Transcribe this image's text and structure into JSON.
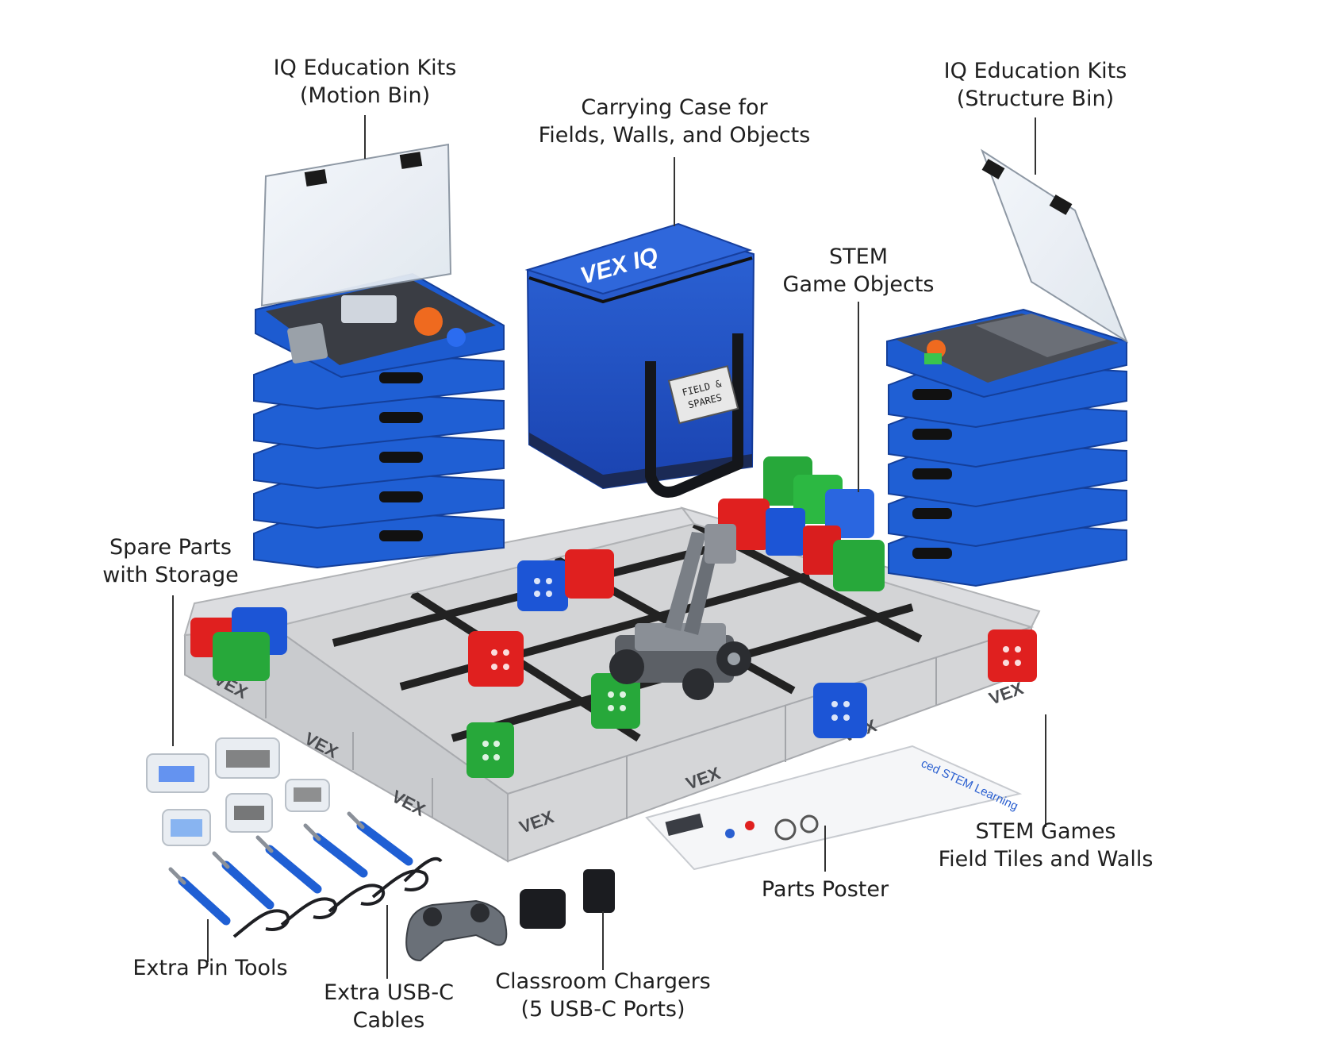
{
  "labels": {
    "motion_bin": {
      "line1": "IQ Education Kits",
      "line2": "(Motion Bin)"
    },
    "carrying_case": {
      "line1": "Carrying Case for",
      "line2": "Fields, Walls, and Objects"
    },
    "structure_bin": {
      "line1": "IQ Education Kits",
      "line2": "(Structure Bin)"
    },
    "game_objects": {
      "line1": "STEM",
      "line2": "Game Objects"
    },
    "spare_parts": {
      "line1": "Spare Parts",
      "line2": "with Storage"
    },
    "field_tiles": {
      "line1": "STEM Games",
      "line2": "Field Tiles and Walls"
    },
    "parts_poster": {
      "line1": "Parts Poster"
    },
    "pin_tools": {
      "line1": "Extra Pin Tools"
    },
    "usb_cables": {
      "line1": "Extra USB-C",
      "line2": "Cables"
    },
    "chargers": {
      "line1": "Classroom Chargers",
      "line2": "(5 USB-C Ports)"
    }
  },
  "printed": {
    "brand": "VEX",
    "case_brand": "VEX IQ",
    "case_tag_line1": "FIELD &",
    "case_tag_line2": "SPARES",
    "poster_banner": "ced STEM Learning"
  },
  "colors": {
    "bin_blue": "#1f5fd4",
    "bin_dark": "#153f9c",
    "case_blue": "#1f4fc7",
    "tile_gray": "#cfd0d2",
    "wall_gray": "#c4c6c9",
    "cube_red": "#e0201f",
    "cube_green": "#27a83a",
    "cube_blue": "#1c55d6",
    "leader": "#333333"
  }
}
